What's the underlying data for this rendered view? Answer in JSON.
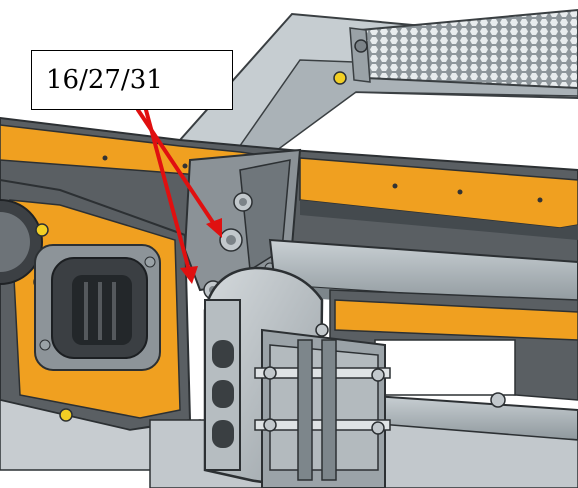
{
  "callout": {
    "label": "16/27/31"
  },
  "colors": {
    "frame_orange": "#f0a020",
    "metal_grey": "#b8bfc4",
    "dark_grey": "#5a5f63",
    "arrow_red": "#e01010"
  },
  "icons": {
    "arrow": "red-pointer-arrow",
    "bolt": "bolt-icon",
    "lamp": "headlamp"
  }
}
